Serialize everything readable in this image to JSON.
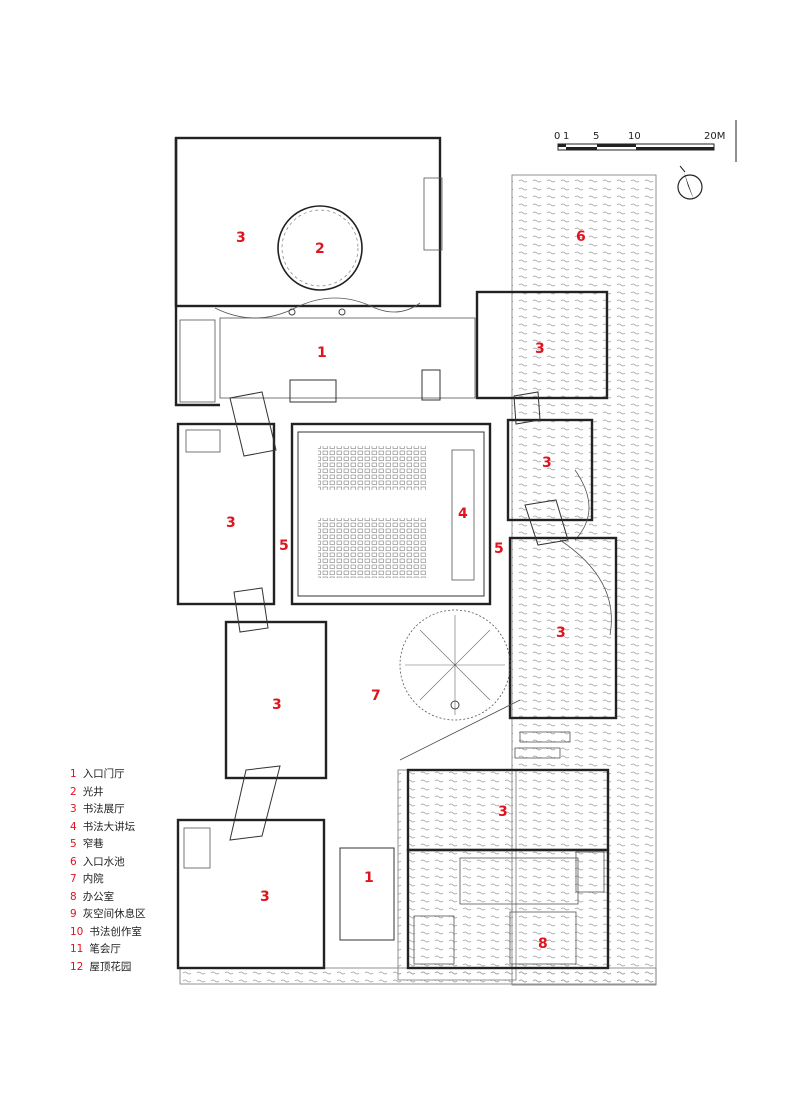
{
  "legend": [
    {
      "num": "1",
      "text": "入口门厅"
    },
    {
      "num": "2",
      "text": "光井"
    },
    {
      "num": "3",
      "text": "书法展厅"
    },
    {
      "num": "4",
      "text": "书法大讲坛"
    },
    {
      "num": "5",
      "text": "窄巷"
    },
    {
      "num": "6",
      "text": "入口水池"
    },
    {
      "num": "7",
      "text": "内院"
    },
    {
      "num": "8",
      "text": "办公室"
    },
    {
      "num": "9",
      "text": "灰空间休息区"
    },
    {
      "num": "10",
      "text": "书法创作室"
    },
    {
      "num": "11",
      "text": "笔会厅"
    },
    {
      "num": "12",
      "text": "屋顶花园"
    }
  ],
  "plan_labels": {
    "l1_top": "1",
    "l1_bottom": "1",
    "l2": "2",
    "l3_nw": "3",
    "l3_ne": "3",
    "l3_w": "3",
    "l3_e_small": "3",
    "l3_e_large": "3",
    "l3_sw": "3",
    "l3_se": "3",
    "l3_s": "3",
    "l4": "4",
    "l5_left": "5",
    "l5_right": "5",
    "l6": "6",
    "l7": "7",
    "l8": "8"
  },
  "scale_bar": {
    "ticks": [
      "0",
      "1",
      "5",
      "10",
      "20M"
    ]
  },
  "colors": {
    "label_red": "#e0141e",
    "wall": "#222222"
  }
}
